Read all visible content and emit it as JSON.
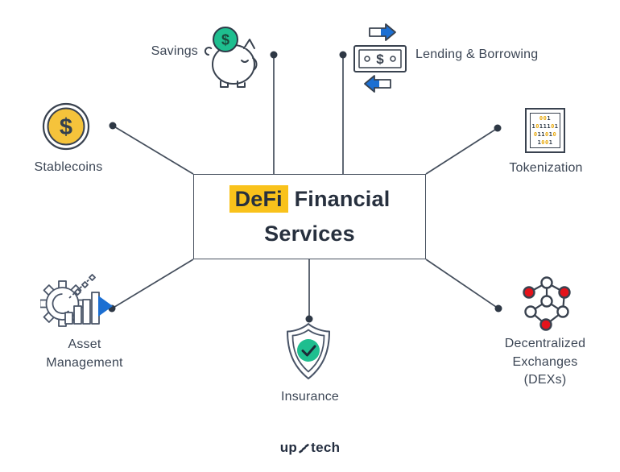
{
  "center": {
    "highlight": "DeFi",
    "rest": "Financial Services"
  },
  "nodes": [
    {
      "id": "savings",
      "label": "Savings",
      "icon": "piggy-bank-icon"
    },
    {
      "id": "lending",
      "label": "Lending & Borrowing",
      "icon": "money-transfer-icon"
    },
    {
      "id": "stablecoins",
      "label": "Stablecoins",
      "icon": "dollar-coin-icon"
    },
    {
      "id": "tokenization",
      "label": "Tokenization",
      "icon": "binary-document-icon"
    },
    {
      "id": "asset",
      "label": "Asset Management",
      "icon": "gear-chart-icon"
    },
    {
      "id": "insurance",
      "label": "Insurance",
      "icon": "shield-check-icon"
    },
    {
      "id": "dex",
      "label": "Decentralized Exchanges (DEXs)",
      "icon": "network-nodes-icon"
    }
  ],
  "icons": {
    "tokenization_binary": [
      "001",
      "1011101",
      "011010",
      "1001"
    ]
  },
  "symbols": {
    "dollar": "$"
  },
  "logo": {
    "up": "up",
    "tech": "tech"
  },
  "colors": {
    "highlight_yellow": "#F9C21B",
    "coin_yellow": "#F5C33B",
    "green": "#1FBE8F",
    "blue": "#1C6FD2",
    "red": "#E4131B",
    "line_dark": "#3C4655"
  }
}
